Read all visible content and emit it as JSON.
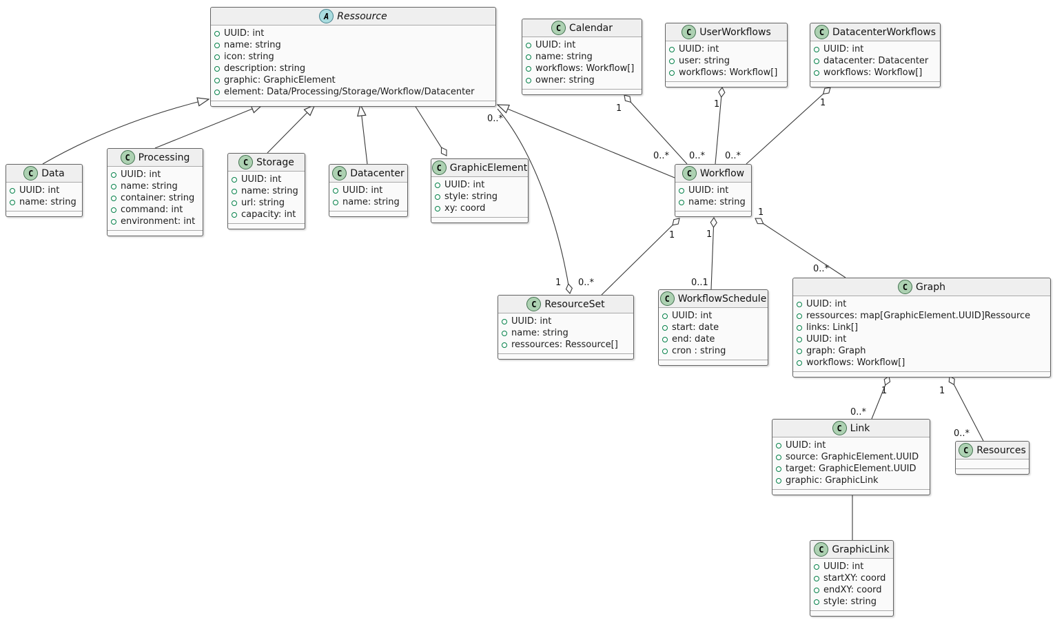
{
  "diagram": {
    "classes": [
      {
        "id": "ressource",
        "name": "Ressource",
        "kind": "abstract",
        "icon_letter": "A",
        "attributes": [
          "UUID: int",
          "name: string",
          "icon: string",
          "description: string",
          "graphic: GraphicElement",
          "element: Data/Processing/Storage/Workflow/Datacenter"
        ]
      },
      {
        "id": "calendar",
        "name": "Calendar",
        "kind": "class",
        "icon_letter": "C",
        "attributes": [
          "UUID: int",
          "name: string",
          "workflows: Workflow[]",
          "owner: string"
        ]
      },
      {
        "id": "userworkflows",
        "name": "UserWorkflows",
        "kind": "class",
        "icon_letter": "C",
        "attributes": [
          "UUID: int",
          "user: string",
          "workflows: Workflow[]"
        ]
      },
      {
        "id": "datacenterworkflows",
        "name": "DatacenterWorkflows",
        "kind": "class",
        "icon_letter": "C",
        "attributes": [
          "UUID: int",
          "datacenter: Datacenter",
          "workflows: Workflow[]"
        ]
      },
      {
        "id": "data",
        "name": "Data",
        "kind": "class",
        "icon_letter": "C",
        "attributes": [
          "UUID: int",
          "name: string"
        ]
      },
      {
        "id": "processing",
        "name": "Processing",
        "kind": "class",
        "icon_letter": "C",
        "attributes": [
          "UUID: int",
          "name: string",
          "container: string",
          "command: int",
          "environment: int"
        ]
      },
      {
        "id": "storage",
        "name": "Storage",
        "kind": "class",
        "icon_letter": "C",
        "attributes": [
          "UUID: int",
          "name: string",
          "url: string",
          "capacity: int"
        ]
      },
      {
        "id": "datacenter",
        "name": "Datacenter",
        "kind": "class",
        "icon_letter": "C",
        "attributes": [
          "UUID: int",
          "name: string"
        ]
      },
      {
        "id": "graphicelement",
        "name": "GraphicElement",
        "kind": "class",
        "icon_letter": "C",
        "attributes": [
          "UUID: int",
          "style: string",
          "xy: coord"
        ]
      },
      {
        "id": "workflow",
        "name": "Workflow",
        "kind": "class",
        "icon_letter": "C",
        "attributes": [
          "UUID: int",
          "name: string"
        ]
      },
      {
        "id": "resourceset",
        "name": "ResourceSet",
        "kind": "class",
        "icon_letter": "C",
        "attributes": [
          "UUID: int",
          "name: string",
          "ressources: Ressource[]"
        ]
      },
      {
        "id": "workflowschedule",
        "name": "WorkflowSchedule",
        "kind": "class",
        "icon_letter": "C",
        "attributes": [
          "UUID: int",
          "start: date",
          "end: date",
          "cron : string"
        ]
      },
      {
        "id": "graph",
        "name": "Graph",
        "kind": "class",
        "icon_letter": "C",
        "attributes": [
          "UUID: int",
          "ressources: map[GraphicElement.UUID]Ressource",
          "links: Link[]",
          "UUID: int",
          "graph: Graph",
          "workflows: Workflow[]"
        ]
      },
      {
        "id": "link",
        "name": "Link",
        "kind": "class",
        "icon_letter": "C",
        "attributes": [
          "UUID: int",
          "source: GraphicElement.UUID",
          "target: GraphicElement.UUID",
          "graphic: GraphicLink"
        ]
      },
      {
        "id": "resources",
        "name": "Resources",
        "kind": "class",
        "icon_letter": "C",
        "attributes": []
      },
      {
        "id": "graphiclink",
        "name": "GraphicLink",
        "kind": "class",
        "icon_letter": "C",
        "attributes": [
          "UUID: int",
          "startXY: coord",
          "endXY: coord",
          "style: string"
        ]
      }
    ],
    "relations": [
      {
        "id": "data-ressource",
        "source": "Data",
        "target": "Ressource",
        "type": "inheritance"
      },
      {
        "id": "processing-ressource",
        "source": "Processing",
        "target": "Ressource",
        "type": "inheritance"
      },
      {
        "id": "storage-ressource",
        "source": "Storage",
        "target": "Ressource",
        "type": "inheritance"
      },
      {
        "id": "datacenter-ressource",
        "source": "Datacenter",
        "target": "Ressource",
        "type": "inheritance"
      },
      {
        "id": "workflow-ressource",
        "source": "Workflow",
        "target": "Ressource",
        "type": "inheritance"
      },
      {
        "id": "ressource-graphicelement",
        "source": "Ressource",
        "target": "GraphicElement",
        "type": "aggregation"
      },
      {
        "id": "calendar-workflow",
        "source": "Calendar",
        "target": "Workflow",
        "type": "aggregation",
        "source_mult": "1",
        "target_mult": "0..*"
      },
      {
        "id": "userworkflows-workflow",
        "source": "UserWorkflows",
        "target": "Workflow",
        "type": "aggregation",
        "source_mult": "1",
        "target_mult": "0..*"
      },
      {
        "id": "datacenterworkflows-workflow",
        "source": "DatacenterWorkflows",
        "target": "Workflow",
        "type": "aggregation",
        "source_mult": "1",
        "target_mult": "0..*"
      },
      {
        "id": "workflow-resourceset",
        "source": "Workflow",
        "target": "ResourceSet",
        "type": "aggregation",
        "source_mult": "1",
        "target_mult": "0..*"
      },
      {
        "id": "workflow-workflowschedule",
        "source": "Workflow",
        "target": "WorkflowSchedule",
        "type": "aggregation",
        "source_mult": "1",
        "target_mult": "0..1"
      },
      {
        "id": "workflow-graph",
        "source": "Workflow",
        "target": "Graph",
        "type": "aggregation",
        "source_mult": "1",
        "target_mult": "0..*"
      },
      {
        "id": "resourceset-ressource",
        "source": "ResourceSet",
        "target": "Ressource",
        "type": "aggregation",
        "source_mult": "1",
        "target_mult": "0..*"
      },
      {
        "id": "graph-link",
        "source": "Graph",
        "target": "Link",
        "type": "aggregation",
        "source_mult": "1",
        "target_mult": "0..*"
      },
      {
        "id": "graph-resources",
        "source": "Graph",
        "target": "Resources",
        "type": "aggregation",
        "source_mult": "1",
        "target_mult": "0..*"
      },
      {
        "id": "link-graphiclink",
        "source": "Link",
        "target": "GraphicLink",
        "type": "association"
      }
    ],
    "colors": {
      "class_icon_bg": "#ADD1B2",
      "abstract_icon_bg": "#A9DCDF",
      "header_bg": "#EFEFEF",
      "body_bg": "#FAFAFA",
      "box_border": "#616161",
      "edge": "#383838",
      "field_dot": "#038048"
    }
  }
}
